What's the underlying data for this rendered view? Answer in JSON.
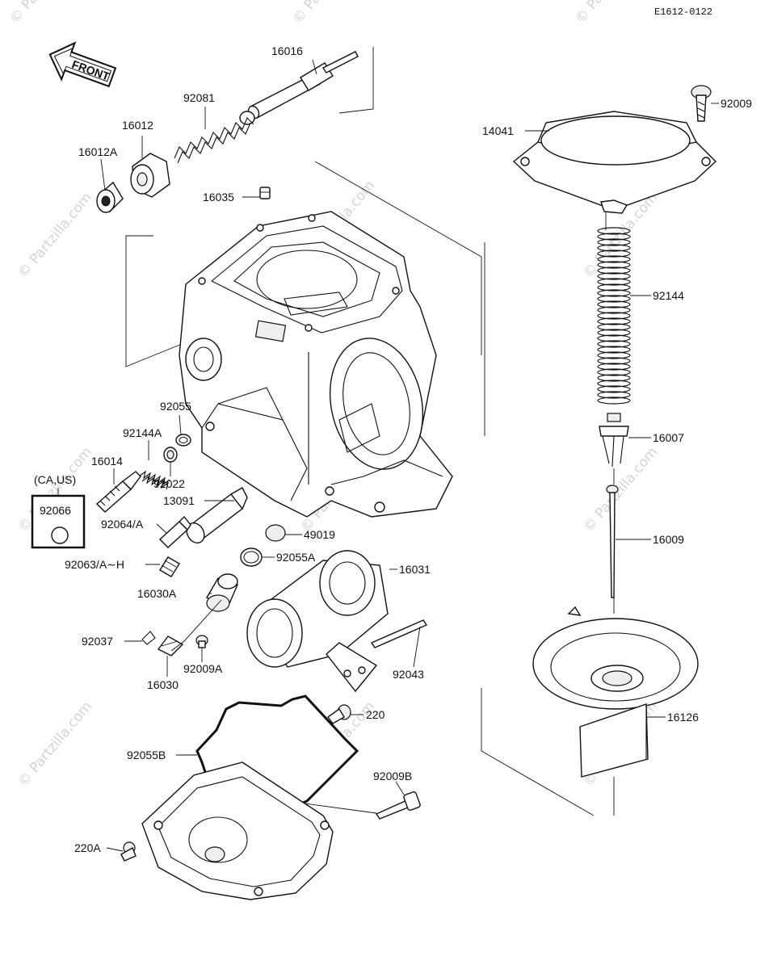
{
  "drawing_code": "E1612-0122",
  "front_arrow_text": "FRONT",
  "watermark_text": "© Partzilla.com",
  "variant_note": "(CA,US)",
  "labels": {
    "p16016": "16016",
    "p92081": "92081",
    "p16012": "16012",
    "p16012A": "16012A",
    "p16035": "16035",
    "p92055": "92055",
    "p92144A": "92144A",
    "p16014": "16014",
    "p92022": "92022",
    "p92066": "92066",
    "p13091": "13091",
    "p92064A": "92064/A",
    "p49019": "49019",
    "p92063": "92063/A∼H",
    "p92055A": "92055A",
    "p16030A": "16030A",
    "p16031": "16031",
    "p92037": "92037",
    "p16030": "16030",
    "p92009A": "92009A",
    "p92043": "92043",
    "p220": "220",
    "p92055B": "92055B",
    "p92009B": "92009B",
    "p220A": "220A",
    "p92009": "92009",
    "p14041": "14041",
    "p92144": "92144",
    "p16007": "16007",
    "p16009": "16009",
    "p16126": "16126"
  }
}
